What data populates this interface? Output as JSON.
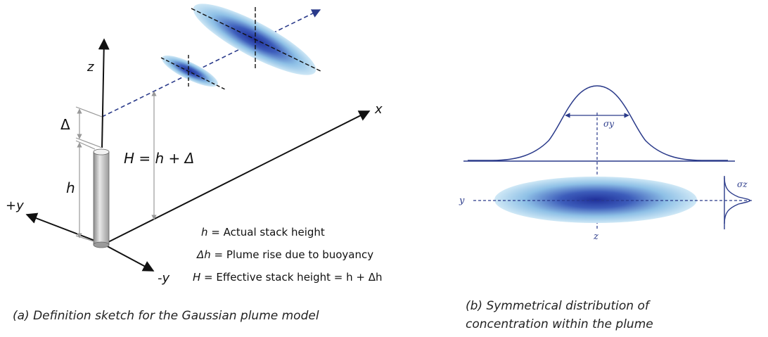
{
  "panel_a": {
    "axis_labels": {
      "z": "z",
      "x": "x",
      "plus_y": "+y",
      "minus_y": "-y"
    },
    "delta_label": "Δ",
    "h_label": "h",
    "effective_height_label": "H = h + Δ",
    "legend": [
      {
        "symbol": "h",
        "text": " = Actual stack height"
      },
      {
        "symbol": "Δh",
        "text": " = Plume rise due to buoyancy"
      },
      {
        "symbol": "H",
        "text": " = Effective stack height = h + Δh"
      }
    ],
    "caption": "(a) Definition sketch for the Gaussian plume model"
  },
  "panel_b": {
    "sigma_y_label": "σy",
    "sigma_z_label": "σz",
    "y_axis_label": "y",
    "z_axis_label": "z",
    "caption_line1": "(b) Symmetrical distribution of",
    "caption_line2": "concentration within the plume"
  },
  "colors": {
    "plume_blue": "#1f3f9f",
    "dashed_blue": "#2a3a8a",
    "stack_gray": "#a8a8a8"
  }
}
